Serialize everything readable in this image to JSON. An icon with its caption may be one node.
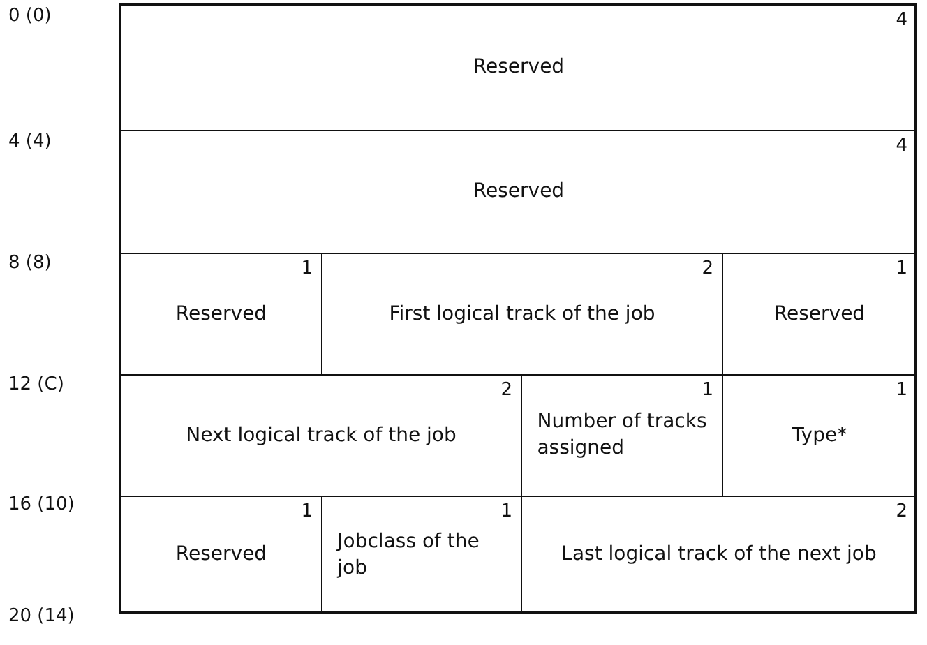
{
  "diagram": {
    "nodes": [
      {
        "text": [
          "4",
          "Reserved"
        ]
      },
      {
        "text": [
          "4",
          "Reserved"
        ]
      },
      {
        "text": [
          "1",
          "Reserved"
        ]
      },
      {
        "text": [
          "2",
          "First logical track of the job"
        ]
      },
      {
        "text": [
          "1",
          "Reserved"
        ]
      },
      {
        "text": [
          "2",
          "Next logical track of the job"
        ]
      },
      {
        "text": [
          "1",
          "Number of tracks assigned"
        ]
      },
      {
        "text": [
          "1",
          "Type*"
        ]
      },
      {
        "text": [
          "1",
          "Reserved"
        ]
      },
      {
        "text": [
          "1",
          "Jobclass of the job"
        ]
      },
      {
        "text": [
          "2",
          "Last logical track of the next job"
        ]
      }
    ],
    "labels": [
      "0 (0)",
      "4 (4)",
      "8 (8)",
      "12 (C)",
      "16 (10)",
      "20 (14)"
    ]
  }
}
